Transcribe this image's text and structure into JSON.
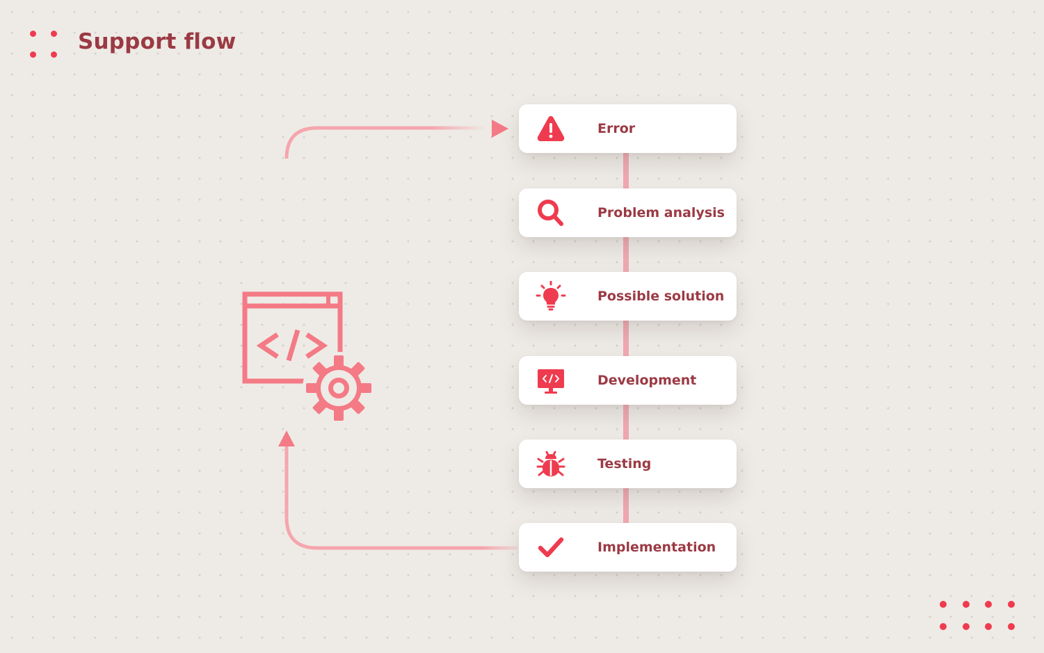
{
  "header": {
    "title": "Support flow",
    "logo_icon": "four-dots-logo"
  },
  "flow": {
    "center_icon": "code-window-gear-icon",
    "steps": [
      {
        "label": "Error",
        "icon": "warning-triangle-icon"
      },
      {
        "label": "Problem analysis",
        "icon": "magnifier-icon"
      },
      {
        "label": "Possible solution",
        "icon": "lightbulb-icon"
      },
      {
        "label": "Development",
        "icon": "code-monitor-icon"
      },
      {
        "label": "Testing",
        "icon": "bug-icon"
      },
      {
        "label": "Implementation",
        "icon": "checkmark-icon"
      }
    ]
  },
  "colors": {
    "accent": "#ef3b4f",
    "title_text": "#9b3a44",
    "connector": "#f5a6ad",
    "background": "#eeebe6",
    "card": "#ffffff"
  }
}
